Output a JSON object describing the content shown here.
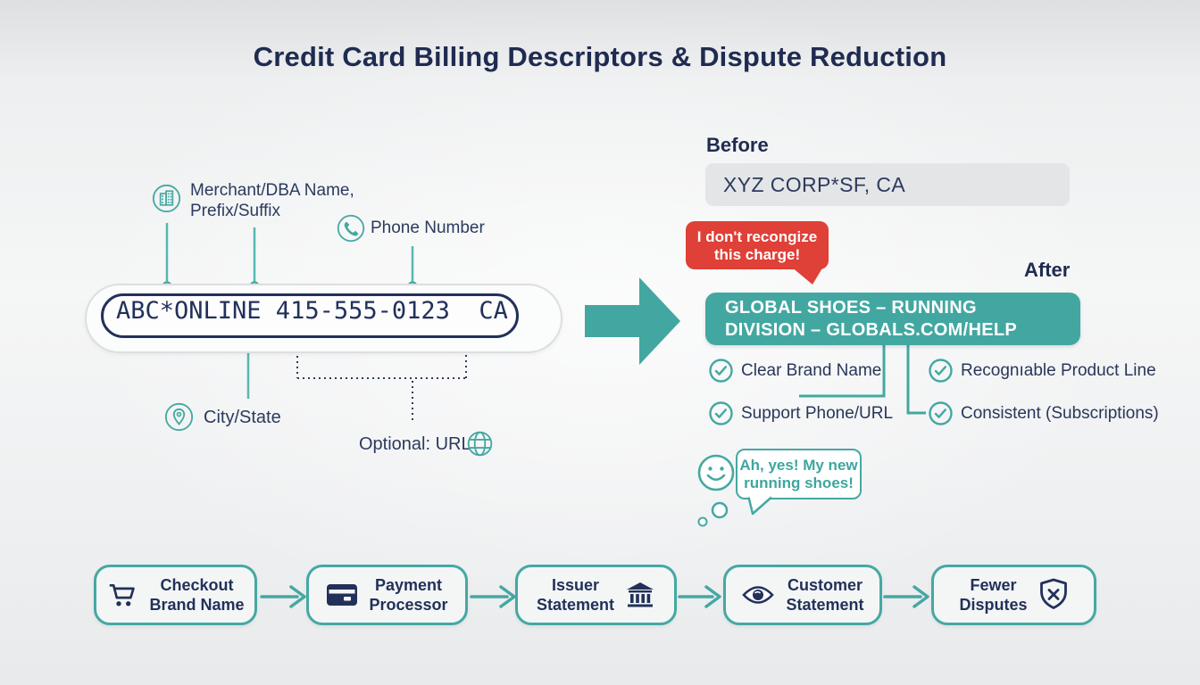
{
  "title": "Credit Card Billing Descriptors & Dispute Reduction",
  "diagram": {
    "descriptor": "ABC*ONLINE 415-555-0123  CA",
    "merchant_line1": "Merchant/DBA Name,",
    "merchant_line2": "Prefix/Suffix",
    "phone_label": "Phone Number",
    "city_label": "City/State",
    "url_label": "Optional: URL"
  },
  "before": {
    "heading": "Before",
    "statement": "XYZ CORP*SF, CA",
    "bubble_line1": "I don't recongize",
    "bubble_line2": "this charge!"
  },
  "after": {
    "heading": "After",
    "statement_line1": "GLOBAL SHOES – RUNNING",
    "statement_line2": "DIVISION – GLOBALS.COM/HELP",
    "benefits": [
      "Clear Brand Name",
      "Support Phone/URL",
      "Recognıable Product Line",
      "Consistent (Subscriptions)"
    ],
    "bubble_line1": "Ah, yes! My new",
    "bubble_line2": "running shoes!"
  },
  "flow": {
    "steps": [
      {
        "line1": "Checkout",
        "line2": "Brand Name",
        "icon": "cart-icon"
      },
      {
        "line1": "Payment",
        "line2": "Processor",
        "icon": "credit-card-icon"
      },
      {
        "line1": "Issuer",
        "line2": "Statement",
        "icon": "bank-icon"
      },
      {
        "line1": "Customer",
        "line2": "Statement",
        "icon": "eye-icon"
      },
      {
        "line1": "Fewer",
        "line2": "Disputes",
        "icon": "shield-icon"
      }
    ]
  },
  "icons": [
    "building-icon",
    "phone-icon",
    "pin-icon",
    "globe-icon",
    "check-icon",
    "smiley-icon",
    "cart-icon",
    "credit-card-icon",
    "bank-icon",
    "eye-icon",
    "shield-icon",
    "big-arrow-icon"
  ],
  "colors": {
    "teal": "#43a7a1",
    "teal_light": "#58b7b0",
    "navy": "#22315a",
    "red": "#df4037",
    "gray_bar": "#e4e5e7"
  }
}
